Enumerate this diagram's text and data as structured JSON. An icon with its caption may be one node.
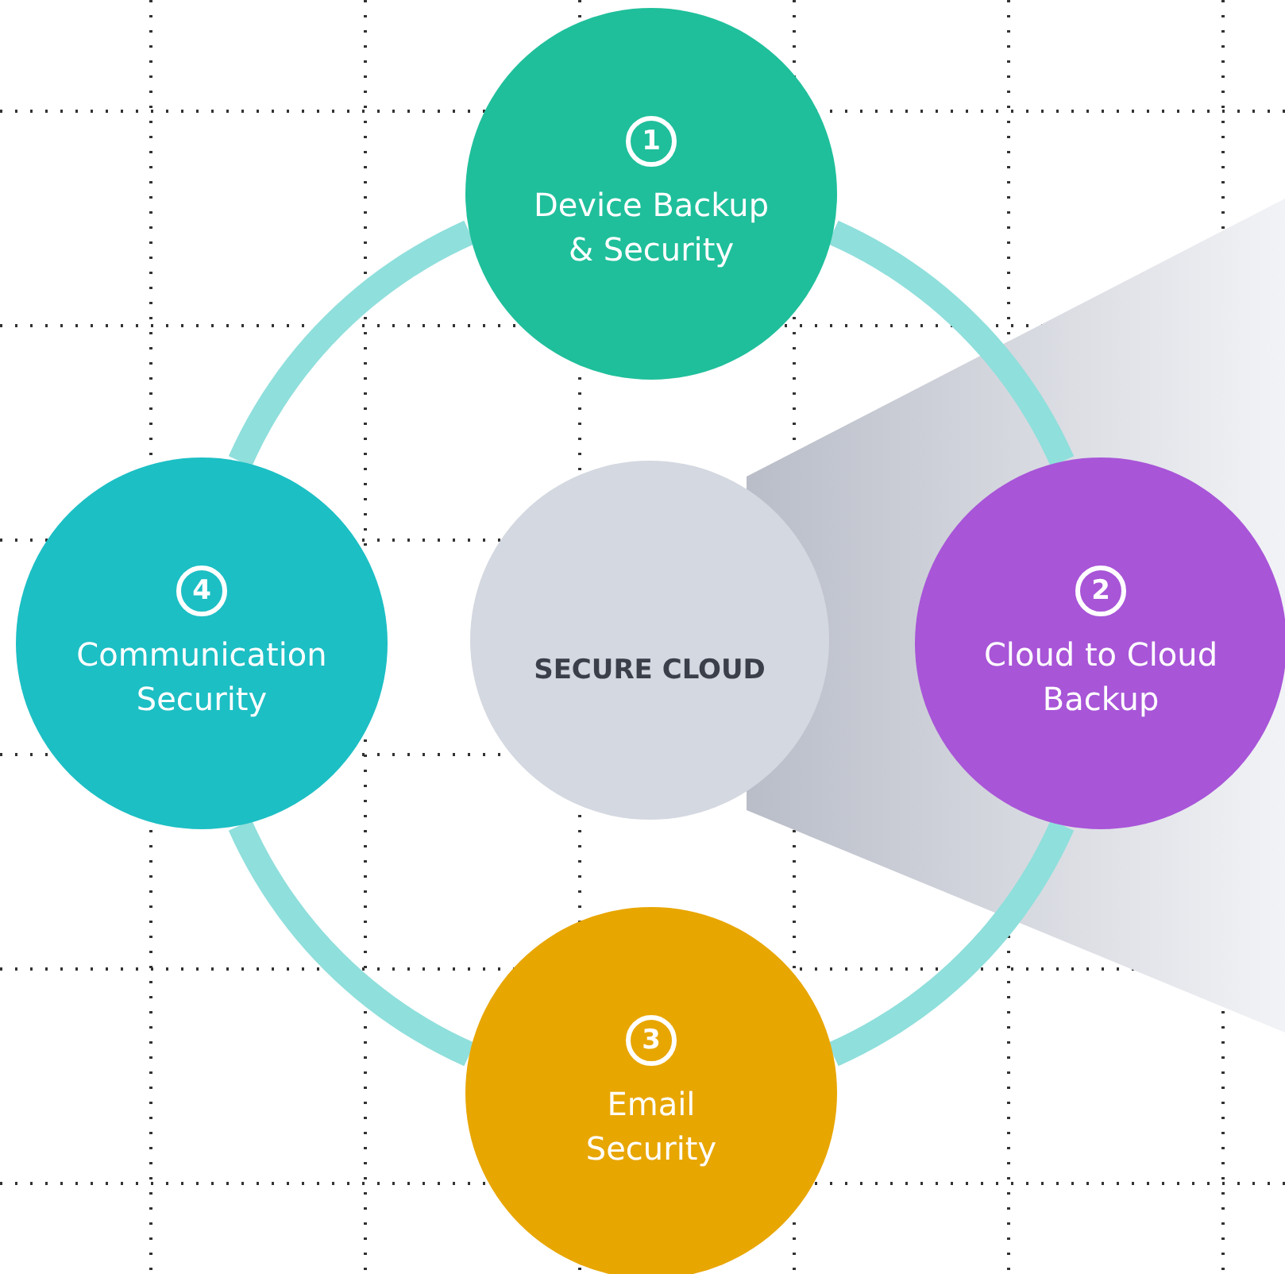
{
  "diagram": {
    "nodes": [
      {
        "text": [
          "1",
          "Device Backup & Security"
        ]
      },
      {
        "text": [
          "2",
          "Cloud to Cloud Backup"
        ]
      },
      {
        "text": [
          "3",
          "Email Security"
        ]
      },
      {
        "text": [
          "4",
          "Communication Security"
        ]
      },
      {
        "text": [
          "SECURE CLOUD"
        ]
      }
    ],
    "edges": [
      {
        "from": 0,
        "to": 1,
        "arrow": "none"
      },
      {
        "from": 1,
        "to": 2,
        "arrow": "none"
      },
      {
        "from": 2,
        "to": 3,
        "arrow": "none"
      },
      {
        "from": 3,
        "to": 0,
        "arrow": "none"
      }
    ]
  }
}
